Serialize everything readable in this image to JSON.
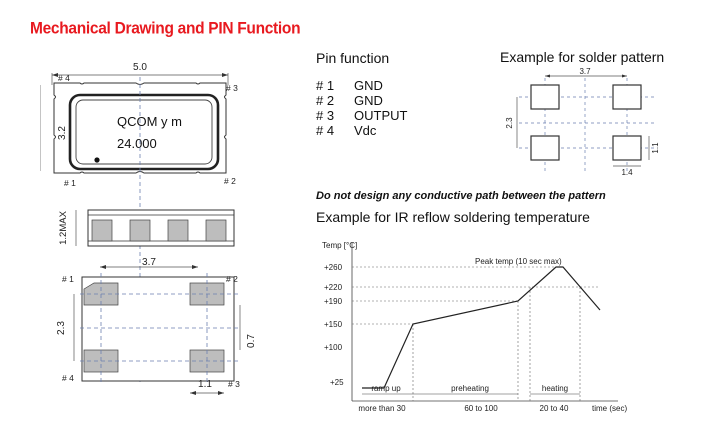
{
  "title": "Mechanical Drawing and PIN Function",
  "pin_function": {
    "heading": "Pin function",
    "pins": [
      {
        "num": "# 1",
        "name": "GND"
      },
      {
        "num": "# 2",
        "name": "GND"
      },
      {
        "num": "# 3",
        "name": "OUTPUT"
      },
      {
        "num": "# 4",
        "name": "Vdc"
      }
    ]
  },
  "solder_pattern": {
    "heading": "Example for solder pattern",
    "dim_width": "3.7",
    "dim_height": "2.3",
    "dim_pad_h": "1.1",
    "dim_pad_w": "1.4"
  },
  "warning": "Do not design any conductive path between the pattern",
  "reflow": {
    "heading": "Example for IR reflow soldering temperature",
    "y_axis_label": "Temp [°C]",
    "y_ticks": [
      "+260",
      "+220",
      "+190",
      "+150",
      "+100",
      "+25"
    ],
    "peak_label": "Peak temp (10 sec max)",
    "phases": [
      "ramp up",
      "preheating",
      "heating"
    ],
    "durations": [
      "more than 30",
      "60 to 100",
      "20 to 40"
    ],
    "x_axis_label": "time (sec)"
  },
  "package": {
    "marking_line1": "QCOM y m",
    "marking_line2": "24.000",
    "dim_length": "5.0",
    "dim_width": "3.2",
    "dim_height": "1.2MAX",
    "pad_pitch_x": "3.7",
    "pad_pitch_y": "2.3",
    "pad_length": "0.7",
    "pad_width": "1.1",
    "top_pins": [
      "# 4",
      "# 3",
      "# 1",
      "# 2"
    ],
    "bottom_pins": [
      "# 1",
      "# 2",
      "# 4",
      "# 3"
    ]
  }
}
